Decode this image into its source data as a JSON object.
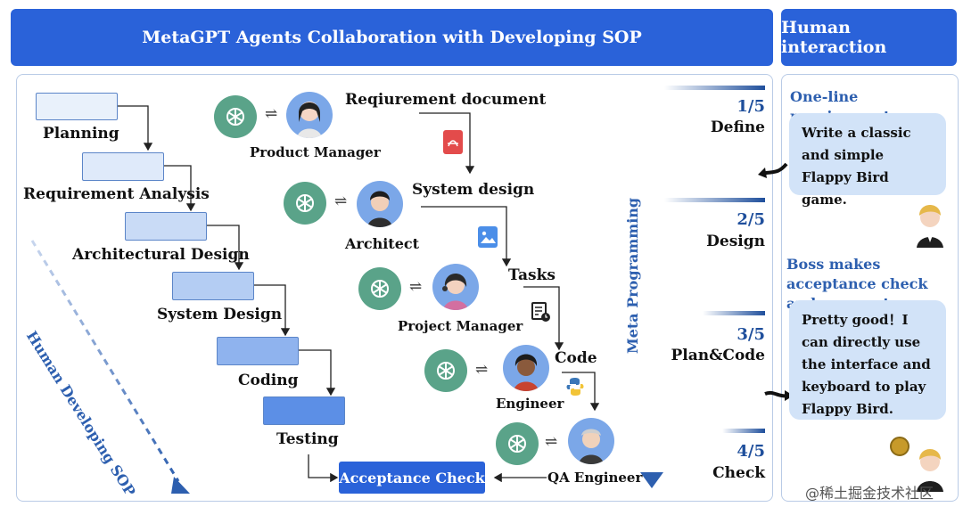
{
  "header": {
    "main_title": "MetaGPT Agents Collaboration with Developing SOP",
    "side_title": "Human interaction"
  },
  "waterfall": {
    "stages": [
      "Planning",
      "Requirement Analysis",
      "Architectural Design",
      "System Design",
      "Coding",
      "Testing"
    ],
    "diagonal_label": "Human Developing SOP"
  },
  "agents": {
    "roles": [
      "Product Manager",
      "Architect",
      "Project Manager",
      "Engineer",
      "QA Engineer"
    ],
    "artifacts": [
      "Reqiurement document",
      "System design",
      "Tasks",
      "Code"
    ],
    "acceptance": "Acceptance Check",
    "swap_symbol": "⇌"
  },
  "meta": {
    "label": "Meta Programming"
  },
  "steps": [
    {
      "num": "1/5",
      "label": "Define"
    },
    {
      "num": "2/5",
      "label": "Design"
    },
    {
      "num": "3/5",
      "label": "Plan&Code"
    },
    {
      "num": "4/5",
      "label": "Check"
    }
  ],
  "human": {
    "req_title": "One-line requirement",
    "req_text": "Write a classic and simple Flappy Bird game.",
    "boss_title": "Boss makes acceptance check and payment",
    "boss_text": "Pretty good！I can directly use the interface and keyboard to play Flappy Bird."
  },
  "watermark": "@稀土掘金技术社区",
  "colors": {
    "header_blue": "#2a62d9",
    "gpt_green": "#5aa389",
    "step_blue": "#1f4f9c",
    "bubble_blue": "#d2e3f8"
  }
}
